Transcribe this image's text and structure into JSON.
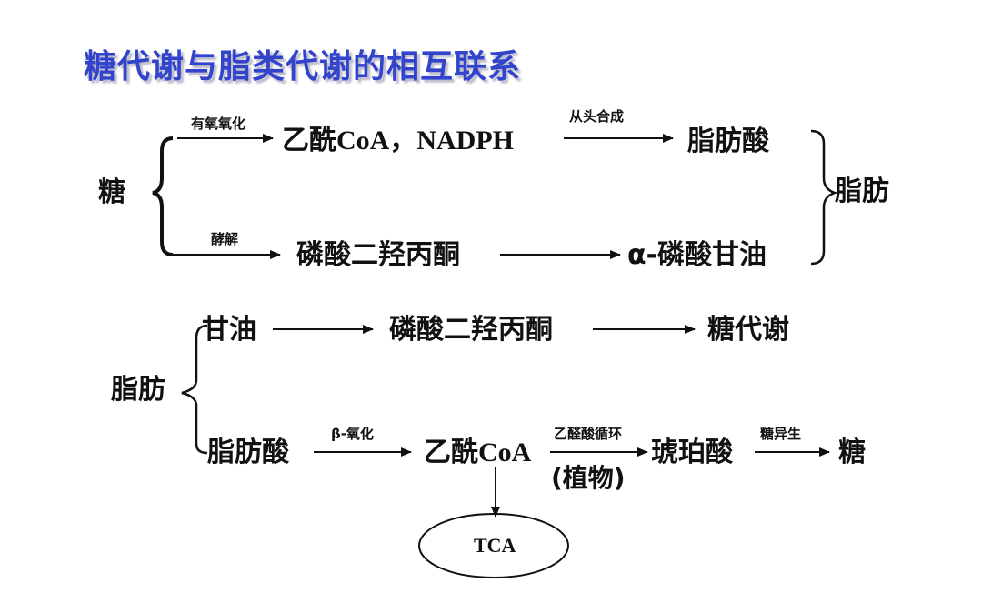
{
  "title": "糖代谢与脂类代谢的相互联系",
  "top": {
    "source": "糖",
    "upper": {
      "edge1": "有氧氧化",
      "node1": "乙酰CoA，NADPH",
      "edge2": "从头合成",
      "node2": "脂肪酸"
    },
    "lower": {
      "edge1": "酵解",
      "node1": "磷酸二羟丙酮",
      "node2": "α-磷酸甘油"
    },
    "product": "脂肪"
  },
  "bottom": {
    "source": "脂肪",
    "upper": {
      "node1": "甘油",
      "node2": "磷酸二羟丙酮",
      "node3": "糖代谢"
    },
    "lower": {
      "node1": "脂肪酸",
      "edge1": "β-氧化",
      "node2": "乙酰CoA",
      "edge2": "乙醛酸循环",
      "edge2_note": "(植物)",
      "node3": "琥珀酸",
      "edge3": "糖异生",
      "node4": "糖"
    },
    "tca": "TCA"
  }
}
